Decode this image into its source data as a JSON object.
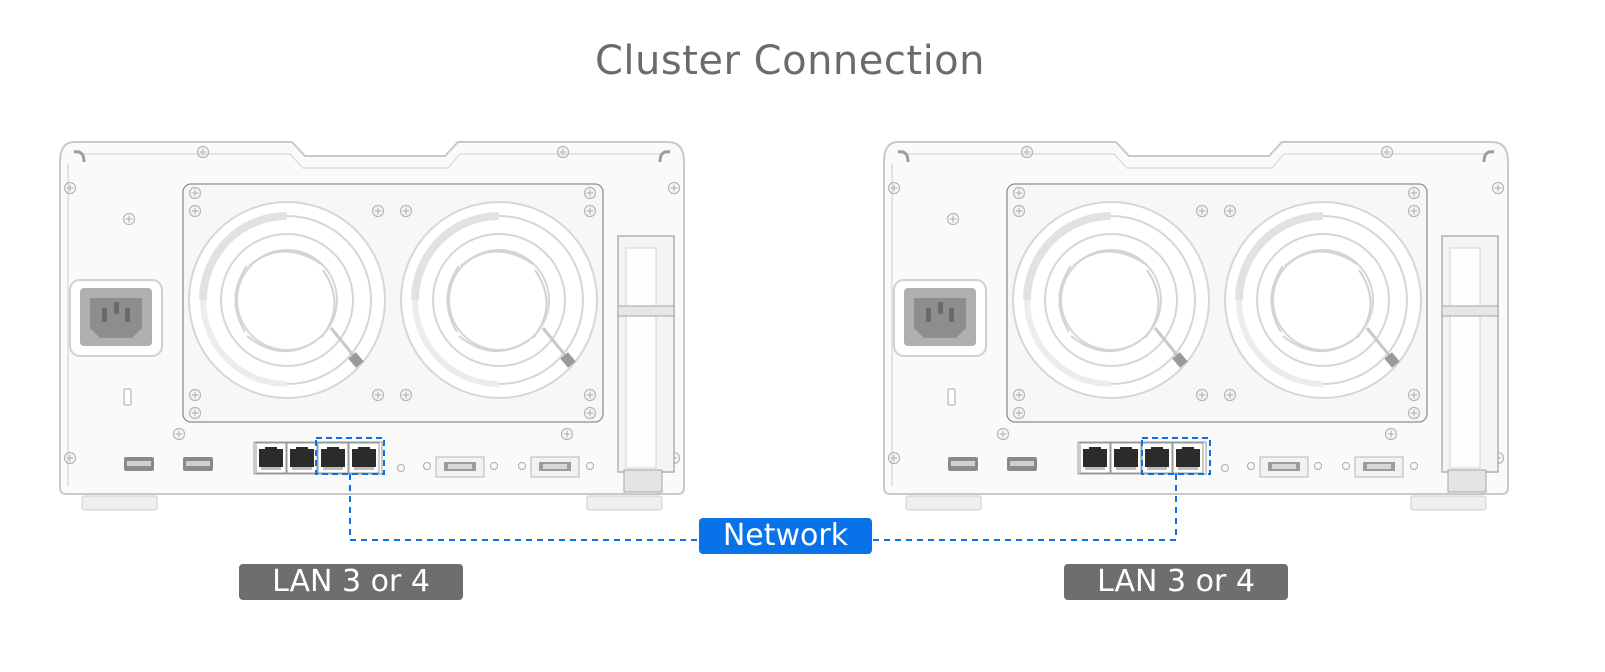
{
  "title": "Cluster Connection",
  "network_label": "Network",
  "devices": [
    {
      "port_label": "LAN 3 or 4"
    },
    {
      "port_label": "LAN 3 or 4"
    }
  ],
  "colors": {
    "network_blue": "#0a72e8",
    "label_gray": "#6e6e6e",
    "title_gray": "#6b6b6b"
  },
  "icons": [
    "server-rear-panel",
    "fan-icon",
    "power-socket-icon",
    "lan-port-icon",
    "usb-port-icon",
    "expansion-port-icon"
  ]
}
